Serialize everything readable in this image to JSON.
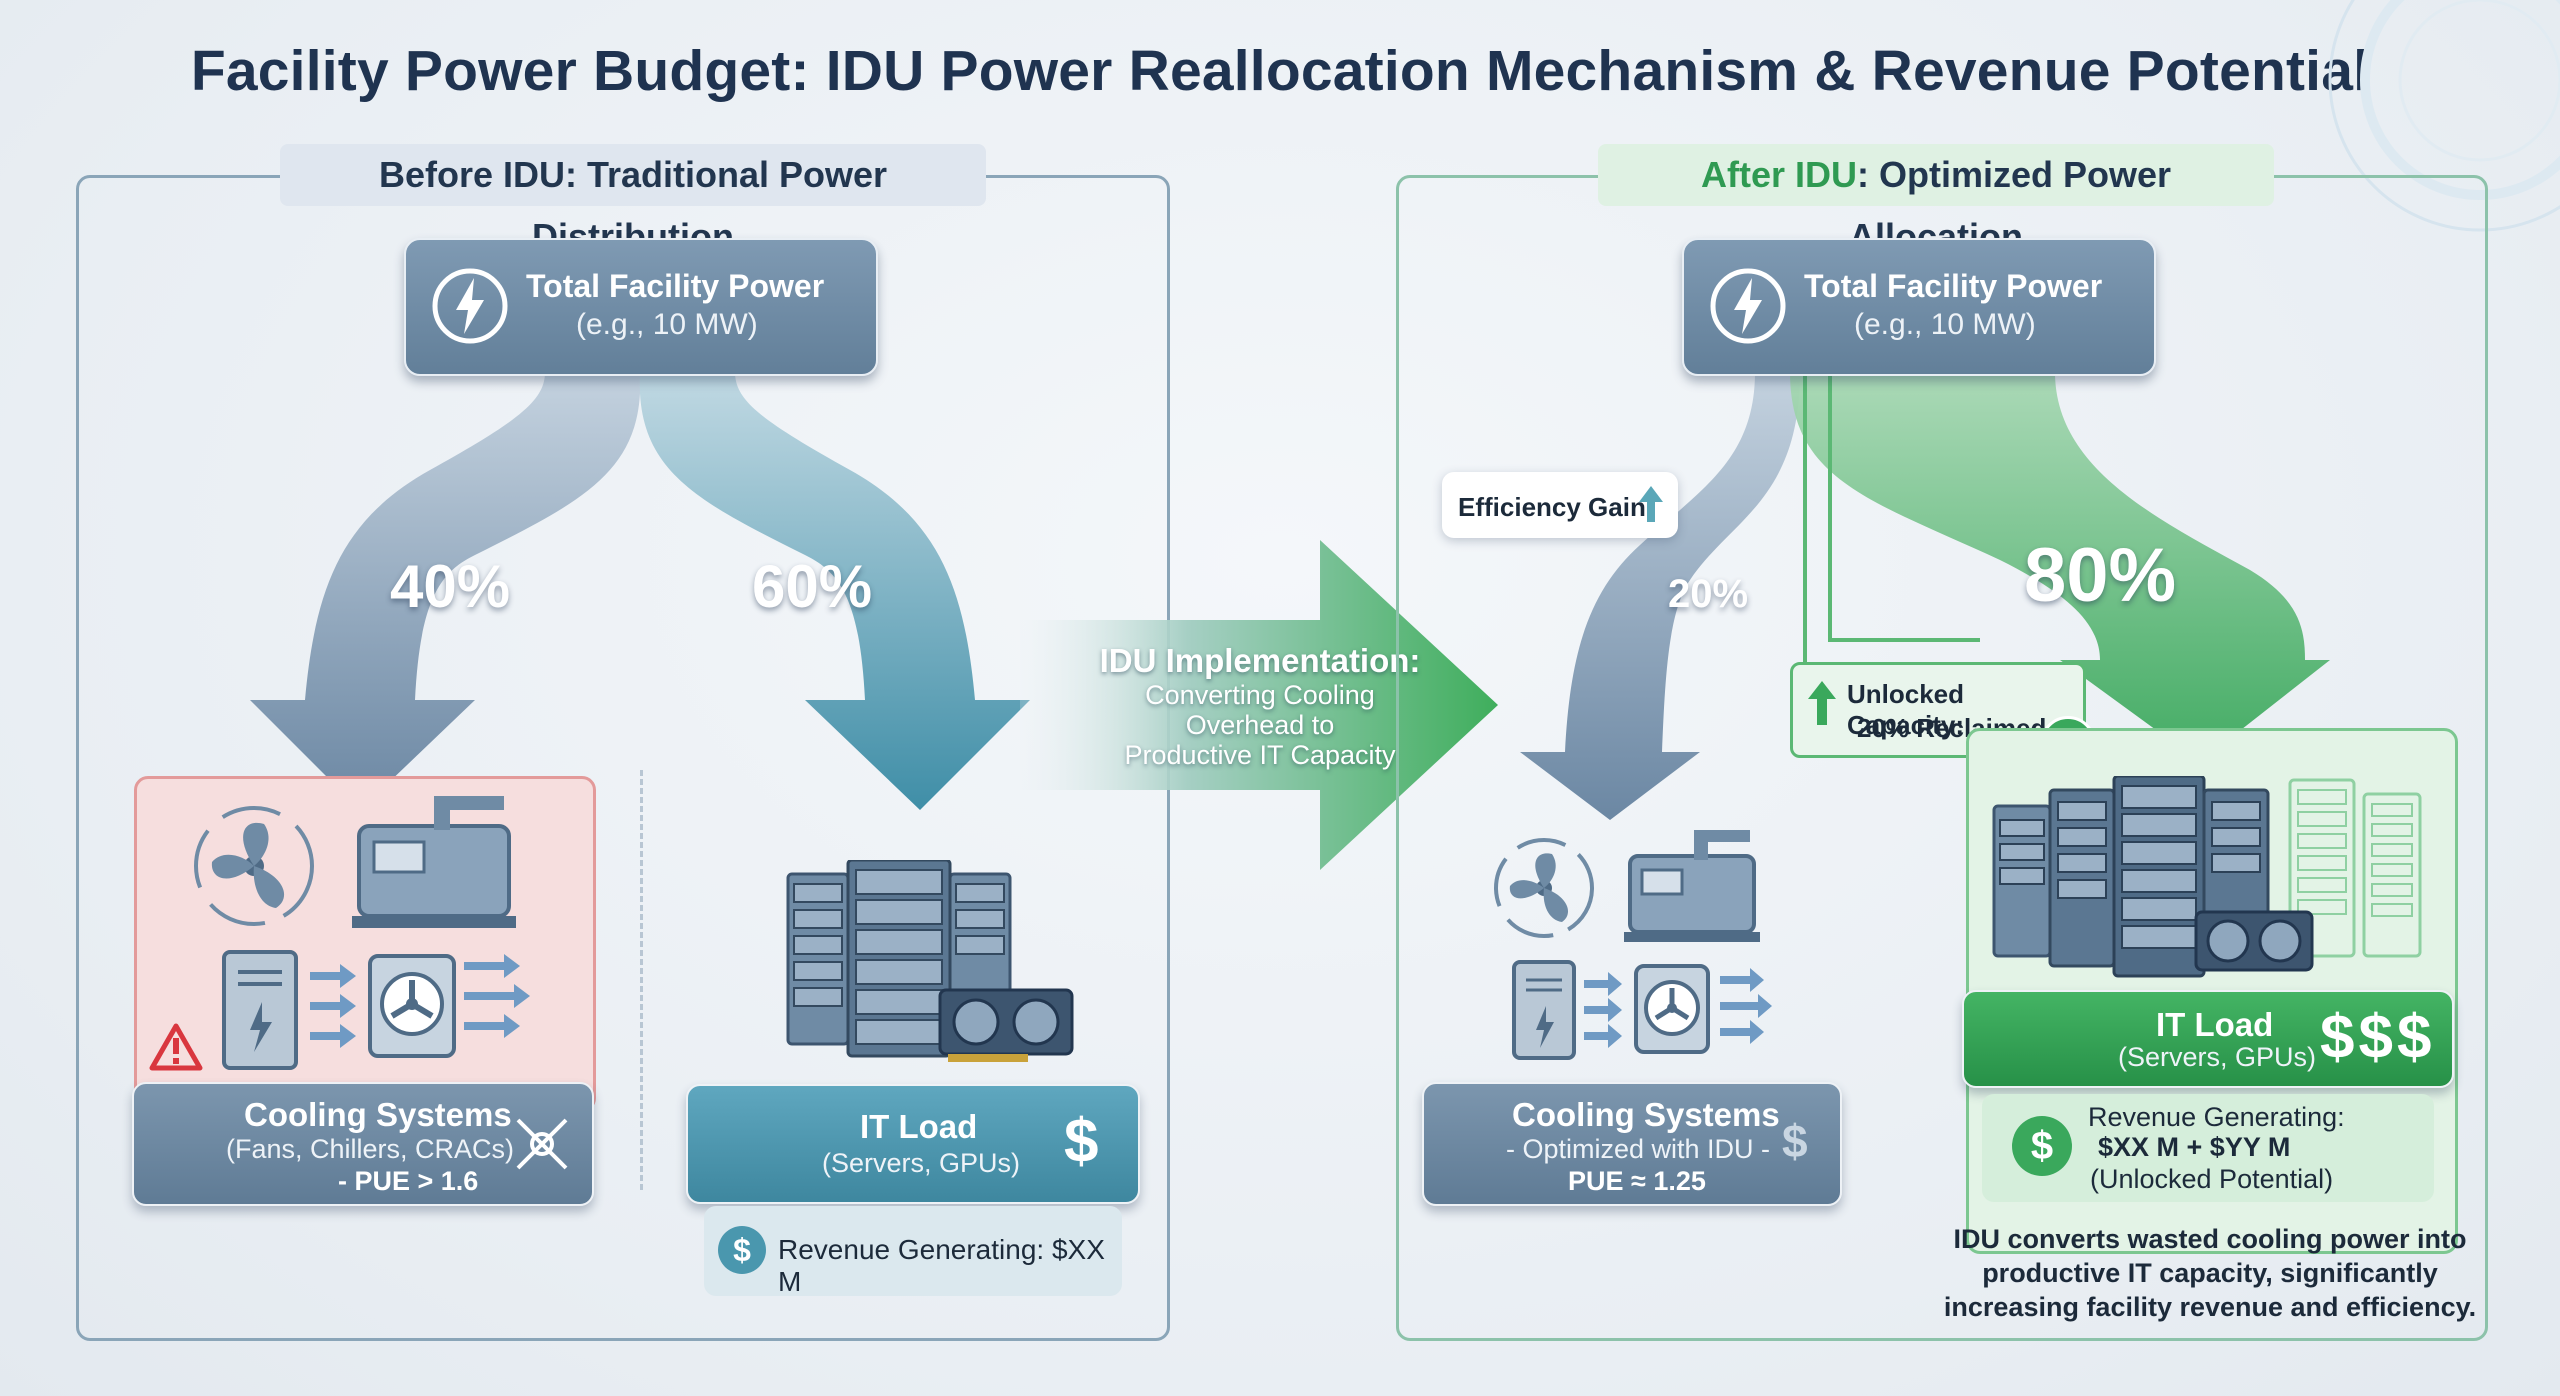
{
  "title": "Facility Power Budget: IDU Power Reallocation Mechanism & Revenue Potential",
  "before": {
    "panel_title": "Before IDU: Traditional Power Distribution",
    "total_power_label": "Total Facility Power",
    "total_power_value": "(e.g., 10 MW)",
    "cooling_pct": "40%",
    "it_pct": "60%",
    "cooling_title": "Cooling Systems",
    "cooling_sub": "(Fans, Chillers, CRACs)",
    "cooling_pue": "- PUE > 1.6",
    "it_title": "IT Load",
    "it_sub": "(Servers, GPUs)",
    "it_dollar": "$",
    "revenue_dollar": "$",
    "revenue_text": "Revenue Generating: $XX M"
  },
  "middle": {
    "heading": "IDU Implementation:",
    "line1": "Converting Cooling",
    "line2": "Overhead to",
    "line3": "Productive IT Capacity"
  },
  "after": {
    "panel_title_prefix": "After IDU",
    "panel_title_suffix": ": Optimized Power Allocation",
    "total_power_label": "Total Facility Power",
    "total_power_value": "(e.g., 10 MW)",
    "efficiency_gain": "Efficiency Gain",
    "cooling_pct": "20%",
    "it_pct": "80%",
    "unlocked_line1": "Unlocked Capacity:",
    "unlocked_line2": "20% Reclaimed",
    "unlocked_dollar": "$",
    "cooling_title": "Cooling Systems",
    "cooling_sub": "- Optimized with IDU -",
    "cooling_pue": "PUE ≈ 1.25",
    "cooling_dollar": "$",
    "it_title": "IT Load",
    "it_sub": "(Servers, GPUs)",
    "it_dollars": "$$$",
    "revenue_dollar": "$",
    "revenue_line1": "Revenue Generating:",
    "revenue_line2": "$XX M + $YY M",
    "revenue_line3": "(Unlocked Potential)",
    "summary_line1": "IDU converts wasted cooling power into",
    "summary_line2": "productive IT capacity, significantly",
    "summary_line3": "increasing facility revenue and efficiency."
  },
  "colors": {
    "slate": "#6f8ba5",
    "teal": "#4a97ae",
    "green": "#3aa85c",
    "warning_red": "#d9363e",
    "title": "#1f3350"
  },
  "icons": [
    "lightning-icon",
    "fan-icon",
    "chiller-icon",
    "crac-unit-icon",
    "ac-unit-icon",
    "warning-icon",
    "server-rack-icon",
    "gpu-icon",
    "dollar-icon",
    "arrow-up-icon",
    "crossed-tools-icon"
  ]
}
